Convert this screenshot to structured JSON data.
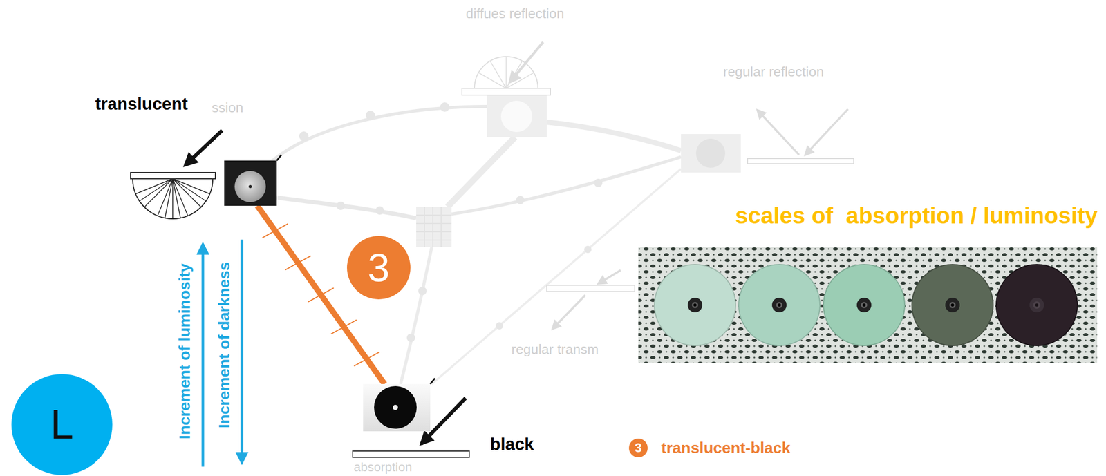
{
  "diagram": {
    "title": "scales of  absorption / luminosity",
    "nodes": [
      {
        "text": [
          "translucent"
        ]
      },
      {
        "text": [
          "3"
        ]
      },
      {
        "text": [
          "L"
        ]
      },
      {
        "text": [
          "black"
        ]
      },
      {
        "text": [
          "3"
        ]
      }
    ],
    "edges": [
      {
        "from": 0,
        "to": 3,
        "arrow": "none"
      }
    ],
    "labels": [
      "diffues reflection",
      "ssion",
      "regular reflection",
      "regular transm",
      "absorption",
      "Increment of luminosity",
      "Increment of darkness",
      "translucent-black"
    ]
  }
}
